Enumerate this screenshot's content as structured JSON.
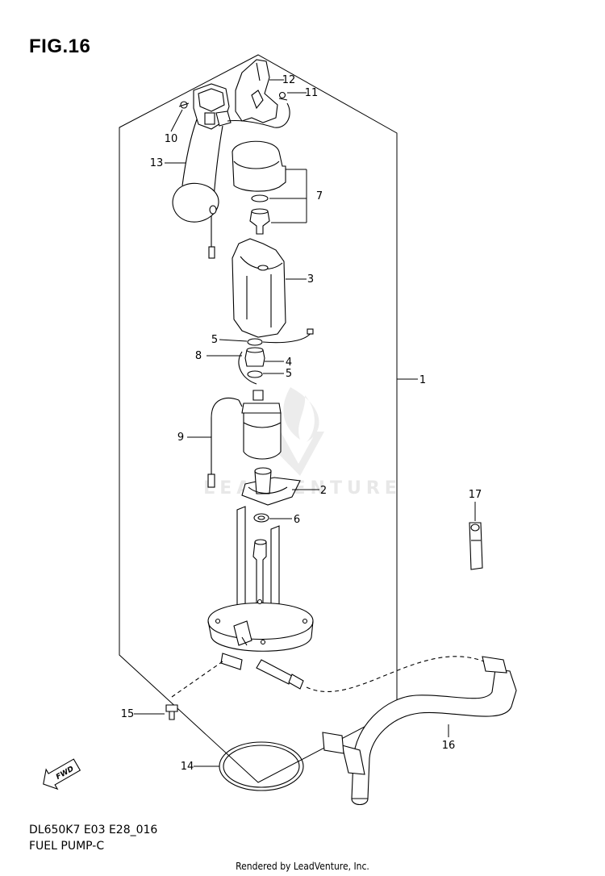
{
  "figure": {
    "title": "FIG.16",
    "model_code": "DL650K7 E03 E28_016",
    "section_name": "FUEL PUMP-C",
    "credit": "Rendered by LeadVenture, Inc.",
    "watermark": "LEADVENTURE"
  },
  "callouts": [
    {
      "id": "1",
      "label": "1"
    },
    {
      "id": "2",
      "label": "2"
    },
    {
      "id": "3",
      "label": "3"
    },
    {
      "id": "4",
      "label": "4"
    },
    {
      "id": "5a",
      "label": "5"
    },
    {
      "id": "5b",
      "label": "5"
    },
    {
      "id": "6",
      "label": "6"
    },
    {
      "id": "7",
      "label": "7"
    },
    {
      "id": "8",
      "label": "8"
    },
    {
      "id": "9",
      "label": "9"
    },
    {
      "id": "10",
      "label": "10"
    },
    {
      "id": "11",
      "label": "11"
    },
    {
      "id": "12",
      "label": "12"
    },
    {
      "id": "13",
      "label": "13"
    },
    {
      "id": "14",
      "label": "14"
    },
    {
      "id": "15",
      "label": "15"
    },
    {
      "id": "16",
      "label": "16"
    },
    {
      "id": "17",
      "label": "17"
    }
  ],
  "fwd_arrow": {
    "text": "FWD"
  },
  "colors": {
    "line": "#000000",
    "watermark": "#e6e6e6",
    "background": "#ffffff"
  }
}
